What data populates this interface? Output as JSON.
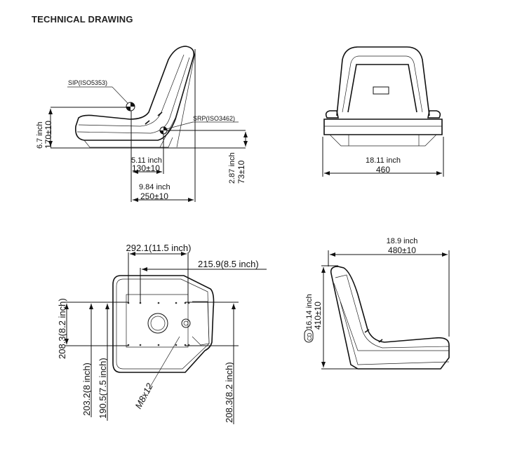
{
  "title": "TECHNICAL DRAWING",
  "side_view": {
    "sip_label": "SIP(ISO5353)",
    "srp_label": "SRP(ISO3462)",
    "sip_height_inch": "6.7 inch",
    "sip_height_mm": "170±10",
    "srp_height_inch": "2.87 inch",
    "srp_height_mm": "73±10",
    "sip_srp_inch": "5.11 inch",
    "sip_srp_mm": "130±10",
    "sip_back_inch": "9.84 inch",
    "sip_back_mm": "250±10"
  },
  "front_view": {
    "width_inch": "18.11 inch",
    "width_mm": "460"
  },
  "bottom_view": {
    "outer_hole_spacing": "292.1(11.5 inch)",
    "inner_hole_spacing": "215.9(8.5 inch)",
    "left_depth": "208.3(8.2 inch)",
    "depth_203": "203.2(8 inch)",
    "depth_190": "190.5(7.5 inch)",
    "right_depth": "208.3(8.2 inch)",
    "bolt": "M8x12"
  },
  "profile_view": {
    "depth_inch": "18.9 inch",
    "depth_mm": "480±10",
    "height_inch": "16.14 inch",
    "height_mm": "410±10",
    "cd_symbol": "CD"
  }
}
